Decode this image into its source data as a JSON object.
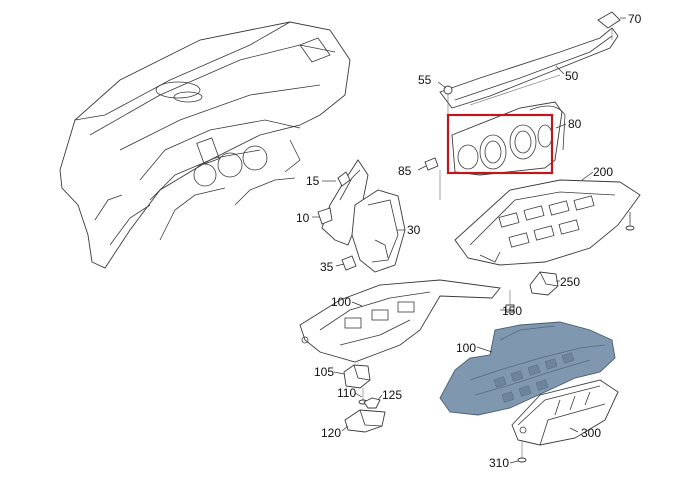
{
  "callouts": {
    "c70": "70",
    "c50": "50",
    "c55": "55",
    "c80": "80",
    "c85": "85",
    "c200": "200",
    "c15": "15",
    "c10": "10",
    "c30": "30",
    "c35": "35",
    "c250": "250",
    "c100_top": "100",
    "c150": "150",
    "c100_mid": "100",
    "c105": "105",
    "c110": "110",
    "c125": "125",
    "c120": "120",
    "c300": "300",
    "c310": "310"
  },
  "colors": {
    "line": "#3a3a3a",
    "highlight_box": "#c0161d",
    "carrier_fill": "#7f98b0",
    "background": "#ffffff"
  }
}
